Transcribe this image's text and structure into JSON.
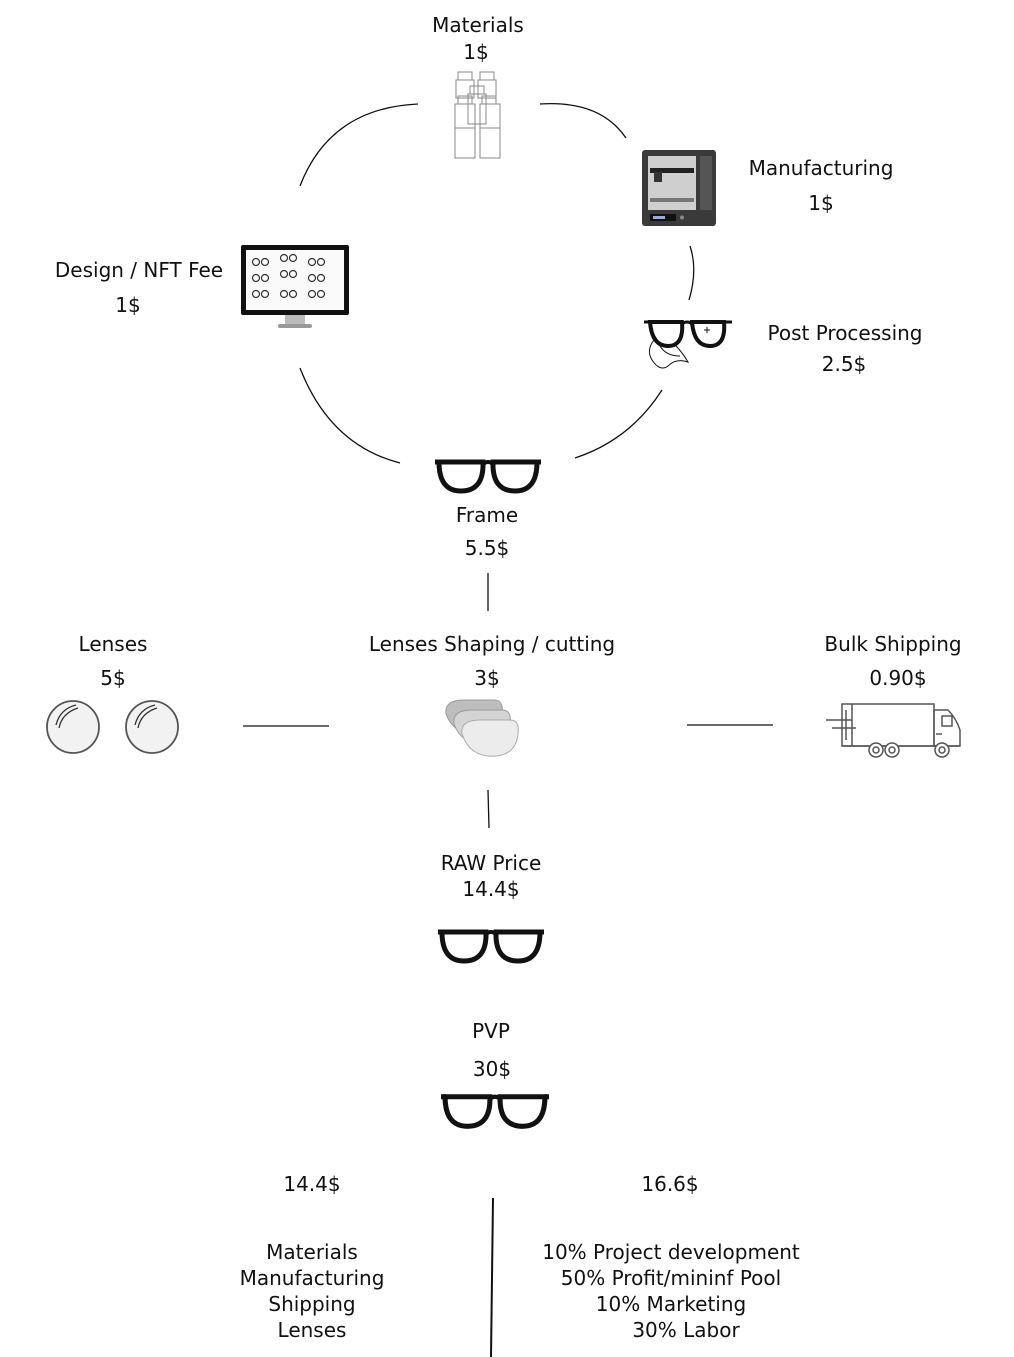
{
  "diagram": {
    "materials": {
      "label": "Materials",
      "cost": "1$",
      "icon": "bottles-icon"
    },
    "manufacturing": {
      "label": "Manufacturing",
      "cost": "1$",
      "icon": "3d-printer-icon"
    },
    "design": {
      "label": "Design / NFT Fee",
      "cost": "1$",
      "icon": "monitor-icon"
    },
    "post_processing": {
      "label": "Post Processing",
      "cost": "2.5$",
      "icon": "glasses-cleaning-icon"
    },
    "frame": {
      "label": "Frame",
      "cost": "5.5$",
      "icon": "glasses-icon"
    },
    "lenses": {
      "label": "Lenses",
      "cost": "5$",
      "icon": "lenses-icon"
    },
    "lens_shaping": {
      "label": "Lenses Shaping / cutting",
      "cost": "3$",
      "icon": "lens-shapes-icon"
    },
    "bulk_shipping": {
      "label": "Bulk Shipping",
      "cost": "0.90$",
      "icon": "truck-icon"
    },
    "raw_price": {
      "label": "RAW Price",
      "cost": "14.4$",
      "icon": "glasses-icon"
    },
    "pvp": {
      "label": "PVP",
      "cost": "30$",
      "icon": "glasses-icon"
    },
    "breakdown": {
      "left": {
        "amount": "14.4$",
        "items": [
          "Materials",
          "Manufacturing",
          "Shipping",
          "Lenses"
        ]
      },
      "right": {
        "amount": "16.6$",
        "items": [
          "10% Project development",
          "50% Profit/mininf Pool",
          "10% Marketing",
          "30% Labor"
        ]
      }
    }
  }
}
